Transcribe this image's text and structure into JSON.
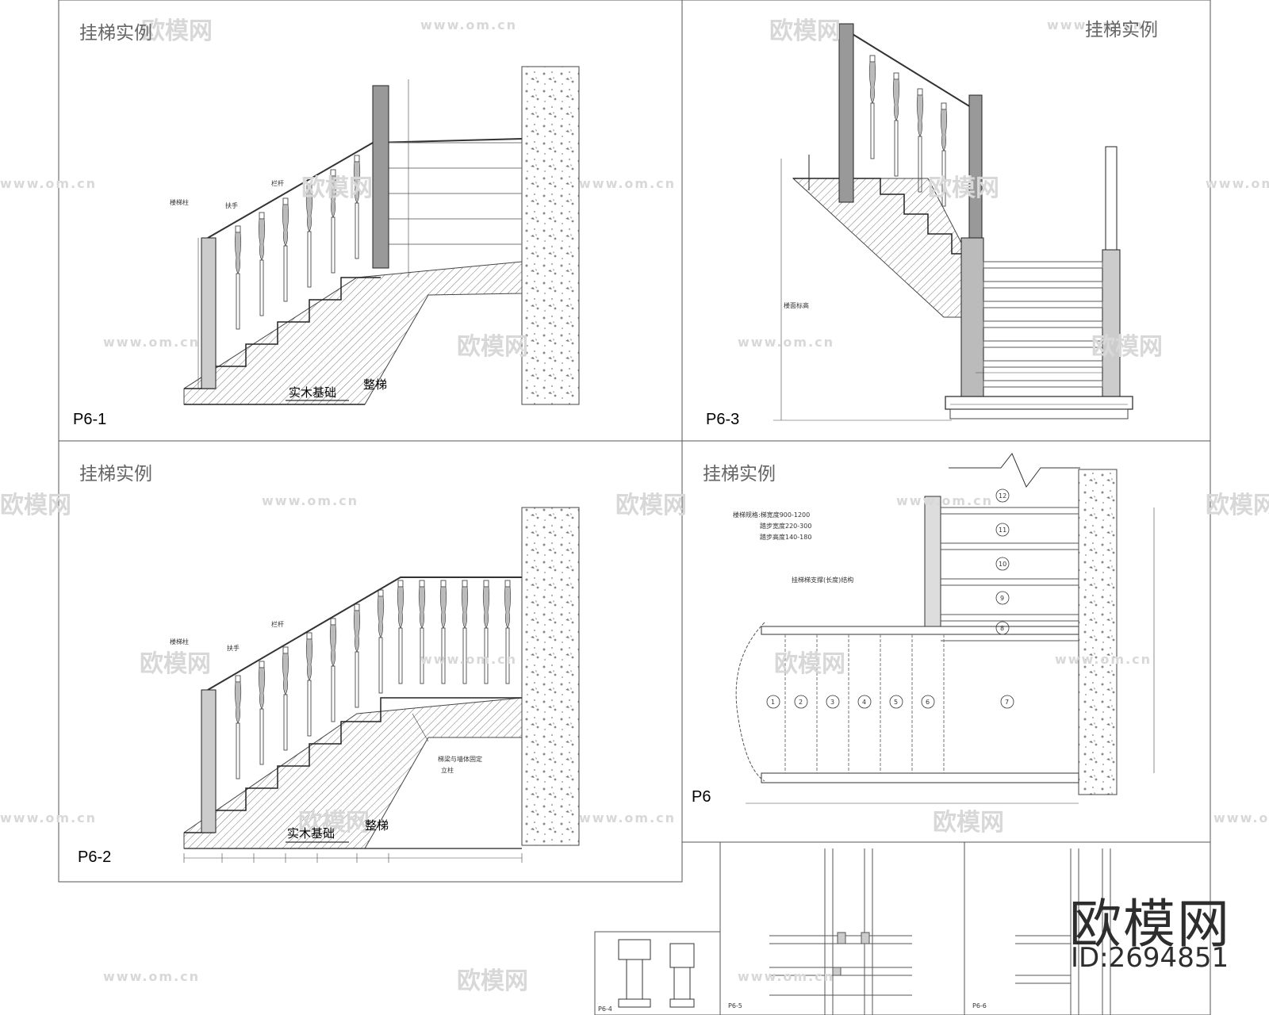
{
  "panels": {
    "p61": {
      "title": "挂梯实例",
      "code": "P6-1",
      "label_base": "实木基础",
      "label_stair": "整梯",
      "note_post": "楼梯柱",
      "note_rail": "扶手",
      "note_baluster": "栏杆"
    },
    "p62": {
      "title": "挂梯实例",
      "code": "P6-2",
      "label_base": "实木基础",
      "label_stair": "整梯",
      "note_post": "楼梯柱",
      "note_rail": "扶手",
      "note_baluster": "栏杆",
      "note_beam": "梯梁与墙体固定",
      "note_beam2": "立柱"
    },
    "p63": {
      "title": "挂梯实例",
      "code": "P6-3",
      "note_floor": "楼面标高"
    },
    "p6": {
      "title": "挂梯实例",
      "code": "P6",
      "spec_line1": "楼梯规格:梯宽度900-1200",
      "spec_line2": "踏步宽度220-300",
      "spec_line3": "踏步高度140-180",
      "note_beam": "挂梯梯支撑(长度)结构",
      "step_numbers": [
        "1",
        "2",
        "3",
        "4",
        "5",
        "6",
        "7",
        "8",
        "9",
        "10",
        "11",
        "12"
      ]
    },
    "p64": {
      "code": "P6-4"
    },
    "p65": {
      "code": "P6-5"
    },
    "p66": {
      "code": "P6-6"
    }
  },
  "watermark": {
    "name": "欧模网",
    "url": "www.om.cn"
  },
  "brand": {
    "name": "欧模网",
    "id": "ID:2694851"
  }
}
